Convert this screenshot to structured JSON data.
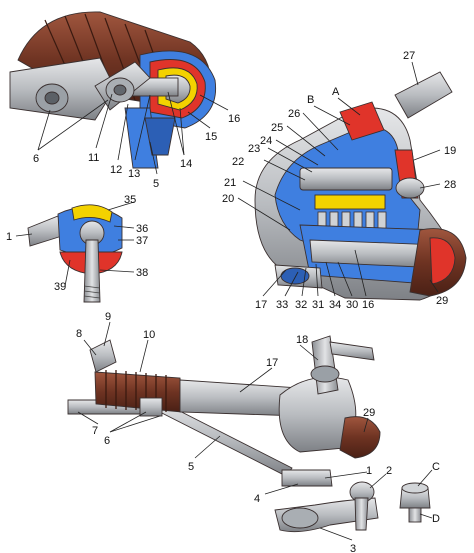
{
  "labels": {
    "n1": "1",
    "n2": "2",
    "n3": "3",
    "n4": "4",
    "n5": "5",
    "n6": "6",
    "n7": "7",
    "n8": "8",
    "n9": "9",
    "n10": "10",
    "n11": "11",
    "n12": "12",
    "n13": "13",
    "n14": "14",
    "n15": "15",
    "n16": "16",
    "n17": "17",
    "n18": "18",
    "n19": "19",
    "n20": "20",
    "n21": "21",
    "n22": "22",
    "n23": "23",
    "n24": "24",
    "n25": "25",
    "n26": "26",
    "n27": "27",
    "n28": "28",
    "n29": "29",
    "n30": "30",
    "n31": "31",
    "n32": "32",
    "n33": "33",
    "n34": "34",
    "n35": "35",
    "n36": "36",
    "n37": "37",
    "n38": "38",
    "n39": "39",
    "A": "A",
    "B": "B",
    "C": "C",
    "D": "D"
  },
  "colors": {
    "housing_blue": "#3f7fe0",
    "seal_red": "#e0342a",
    "metal_gray": "#b9bcc0",
    "boot_brown": "#7a3b2a",
    "outline": "#3a3030"
  }
}
